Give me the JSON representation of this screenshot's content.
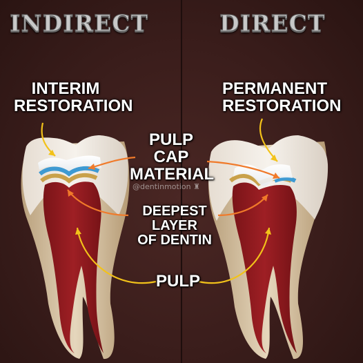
{
  "headings": {
    "left": "INDIRECT",
    "right": "DIRECT"
  },
  "labels": {
    "interim_restoration": [
      "INTERIM",
      "RESTORATION"
    ],
    "permanent_restoration": [
      "PERMANENT",
      "RESTORATION"
    ],
    "pulp_cap_material": [
      "PULP CAP",
      "MATERIAL"
    ],
    "deepest_layer_of_dentin": [
      "DEEPEST LAYER",
      "OF DENTIN"
    ],
    "pulp": "PULP"
  },
  "watermark": "@dentinmotion",
  "colors": {
    "background": "#3a1e1c",
    "pulp": "#9e1f24",
    "pulp_cap": "#3e9ad2",
    "dentin_layer": "#c9a14a",
    "arrow_yellow": "#f2c21a",
    "arrow_orange": "#f07a2a"
  }
}
